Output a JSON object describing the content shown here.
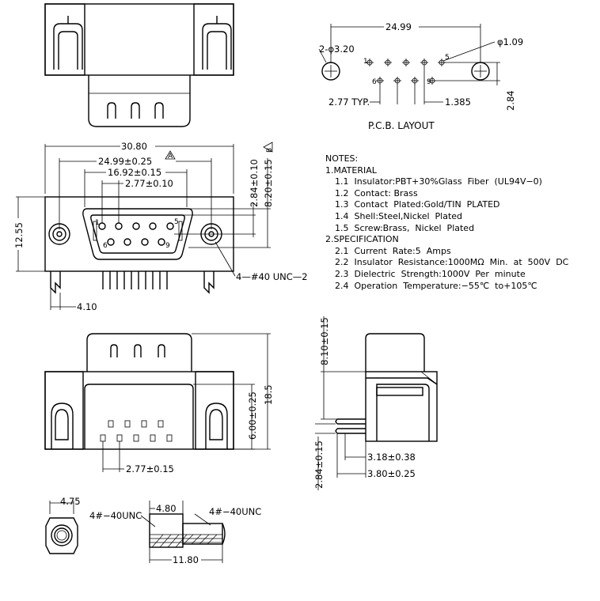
{
  "drawing": {
    "dims": {
      "pcb_pitch_total": "24.99",
      "pcb_mount_hole": "2-φ3.20",
      "pcb_pin_hole": "φ1.09",
      "pcb_typ": "2.77 TYP.",
      "pcb_half_pitch": "1.385",
      "pcb_row_gap": "2.84",
      "pcb_title": "P.C.B.  LAYOUT",
      "front_width": "30.80",
      "front_holes": "24.99±0.25",
      "front_shell": "16.92±0.15",
      "front_pitch": "2.77±0.10",
      "front_row_gap": "2.84±0.10",
      "front_depth": "8.20±0.15",
      "front_height": "12.55",
      "front_thread": "4—#40  UNC—2",
      "front_flange": "4.10",
      "rev_a": "A",
      "rev_b": "B",
      "pin_1": "1",
      "pin_5": "5",
      "pin_6": "6",
      "pin_9": "9",
      "bottom_pitch": "2.77±0.15",
      "bottom_inner": "6.00±0.25",
      "bottom_total": "18.5",
      "side_depth": "8.10±0.15",
      "side_tail_gap": "2.84±0.15",
      "side_tail_a": "3.18±0.38",
      "side_tail_b": "3.80±0.25",
      "screw_hex": "4.75",
      "screw_thread_a": "4#−40UNC",
      "screw_head": "4.80",
      "screw_thread_b": "4#−40UNC",
      "screw_length": "11.80"
    }
  },
  "notes": {
    "title": "NOTES:",
    "material_heading": "1.MATERIAL",
    "material": [
      "1.1  Insulator:PBT+30%Glass  Fiber  (UL94V−0)",
      "1.2  Contact: Brass",
      "1.3  Contact  Plated:Gold/TIN  PLATED",
      "1.4  Shell:Steel,Nickel  Plated",
      "1.5  Screw:Brass,  Nickel  Plated"
    ],
    "spec_heading": "2.SPECIFICATION",
    "spec": [
      "2.1  Current  Rate:5  Amps",
      "2.2  Insulator  Resistance:1000MΩ  Min.  at  500V  DC",
      "2.3  Dielectric  Strength:1000V  Per  minute",
      "2.4  Operation  Temperature:−55℃  to+105℃"
    ]
  }
}
